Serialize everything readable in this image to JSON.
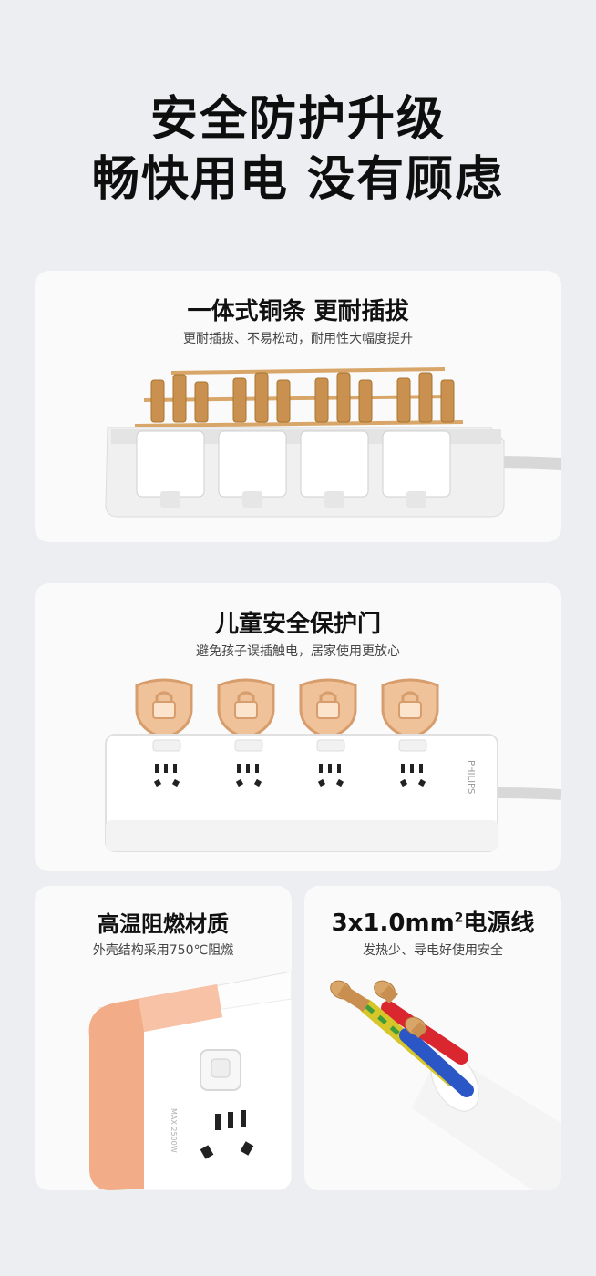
{
  "hero": {
    "line1": "安全防护升级",
    "line2": "畅快用电 没有顾虑"
  },
  "cards": {
    "copper": {
      "title": "一体式铜条 更耐插拔",
      "subtitle": "更耐插拔、不易松动，耐用性大幅度提升"
    },
    "child_safety": {
      "title": "儿童安全保护门",
      "subtitle": "避免孩子误插触电，居家使用更放心"
    },
    "material": {
      "title": "高温阻燃材质",
      "subtitle": "外壳结构采用750℃阻燃"
    },
    "cable": {
      "title_main": "3x1.0mm",
      "title_sup": "2",
      "title_tail": "电源线",
      "subtitle": "发热少、导电好使用安全"
    }
  },
  "product": {
    "brand": "PHILIPS",
    "rating_label": "MAX 2500W"
  },
  "colors": {
    "background": "#eceef1",
    "card": "#fafafa",
    "copper": "#d9a66a",
    "shield": "#e8b48a",
    "flame_corner": "#f2a882",
    "wire_red": "#d9262f",
    "wire_blue": "#2a56c6",
    "wire_yellow_green": "#d6c62a"
  }
}
